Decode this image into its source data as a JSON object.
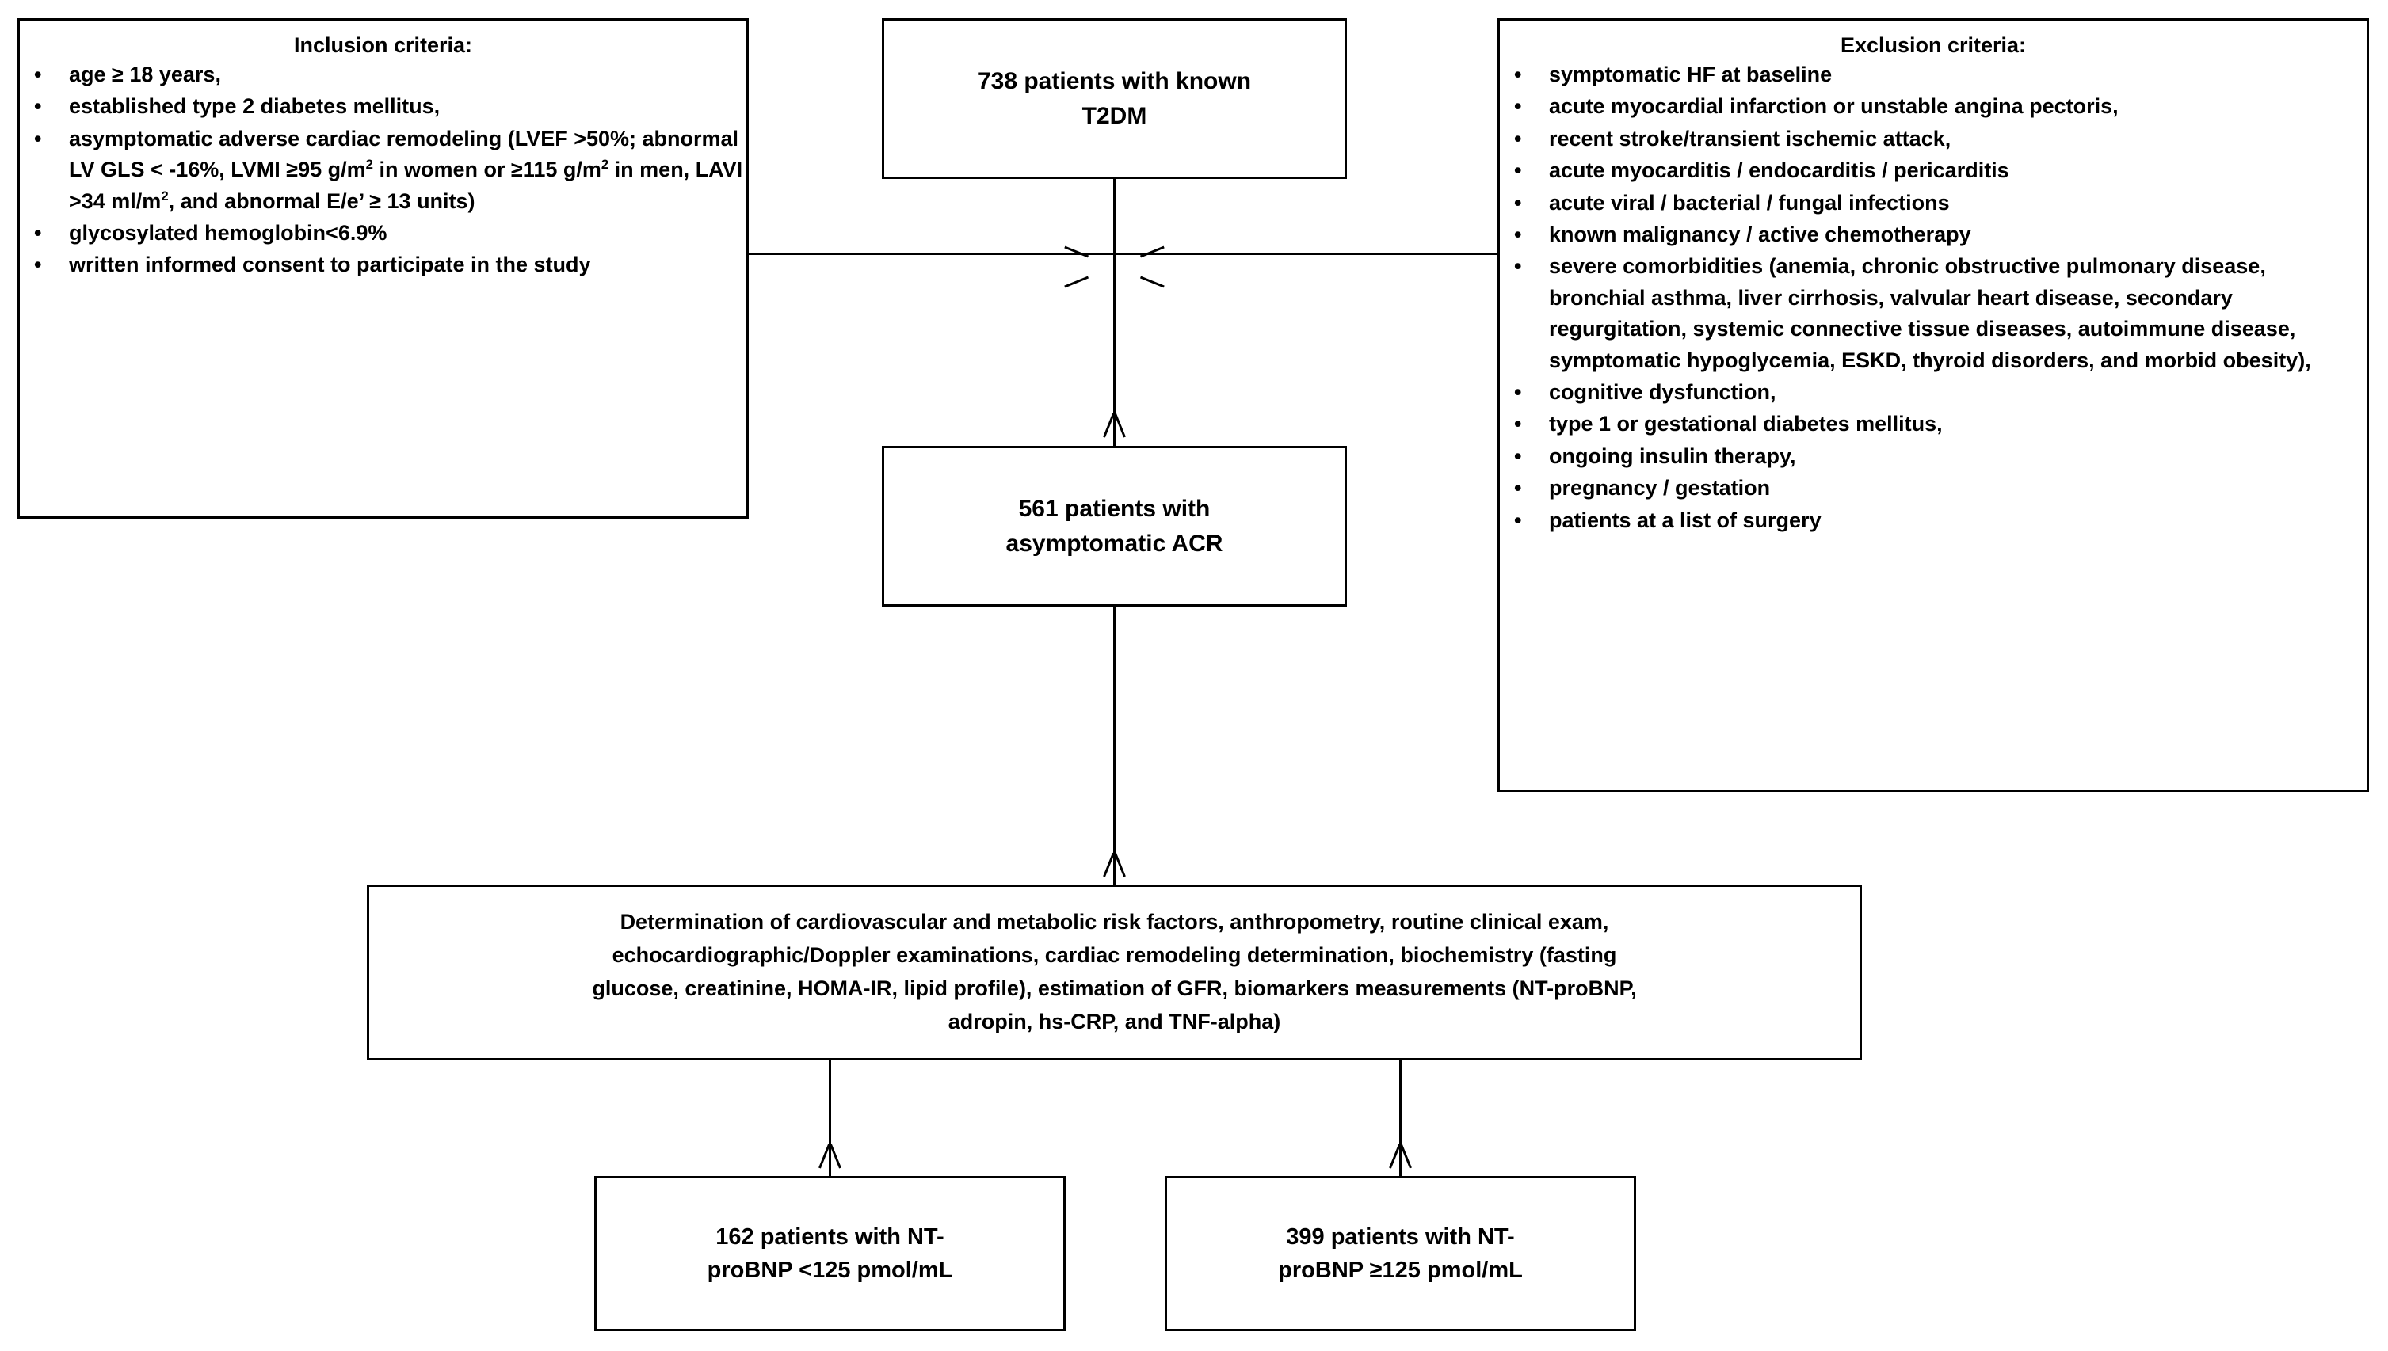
{
  "diagram": {
    "type": "flowchart",
    "title": "Study patient selection flow diagram",
    "colors": {
      "stroke": "#000000",
      "background": "#ffffff",
      "text": "#000000"
    },
    "inclusion": {
      "heading": "Inclusion criteria:",
      "items": [
        "age ≥ 18 years,",
        "established type 2 diabetes mellitus,",
        "asymptomatic adverse cardiac remodeling (LVEF >50%; abnormal LV GLS < -16%, LVMI ≥95 g/m2 in women or ≥115 g/m2 in men, LAVI >34 ml/m2, and abnormal E/e’ ≥ 13 units)",
        "glycosylated hemoglobin<6.9%",
        "written informed consent to participate in the study"
      ],
      "bullet_glyph": "•"
    },
    "exclusion": {
      "heading": "Exclusion criteria:",
      "items": [
        "symptomatic HF at baseline",
        "acute myocardial infarction or unstable angina pectoris,",
        "recent stroke/transient ischemic attack,",
        "acute myocarditis / endocarditis / pericarditis",
        "acute viral / bacterial / fungal infections",
        "known malignancy / active chemotherapy",
        "severe comorbidities (anemia, chronic obstructive pulmonary disease, bronchial asthma, liver cirrhosis, valvular heart disease, secondary regurgitation, systemic connective tissue diseases, autoimmune disease, symptomatic hypoglycemia, ESKD, thyroid disorders, and morbid obesity),",
        "cognitive dysfunction,",
        "type 1 or gestational diabetes mellitus,",
        "ongoing insulin therapy,",
        "pregnancy / gestation",
        "patients at a list of surgery"
      ],
      "bullet_glyph": "•"
    },
    "nodes": {
      "cohort_top": {
        "lines": [
          "738 patients with known",
          "T2DM"
        ],
        "count": 738,
        "label": "738 patients with known T2DM"
      },
      "cohort_acr": {
        "lines": [
          "561 patients with",
          "asymptomatic ACR"
        ],
        "count": 561,
        "label": "561 patients with asymptomatic ACR"
      },
      "assessment": {
        "lines": [
          "Determination of cardiovascular and metabolic risk factors,  anthropometry, routine clinical  exam,",
          "echocardiographic/Doppler  examinations, cardiac remodeling determination, biochemistry (fasting",
          "glucose, creatinine, HOMA-IR, lipid profile), estimation of GFR, biomarkers measurements (NT-proBNP,",
          "adropin, hs-CRP,  and TNF-alpha)"
        ],
        "label": "Determination of cardiovascular and metabolic risk factors, anthropometry, routine clinical exam, echocardiographic/Doppler examinations, cardiac remodeling determination, biochemistry (fasting glucose, creatinine, HOMA-IR, lipid profile), estimation of GFR, biomarkers measurements (NT-proBNP, adropin, hs-CRP, and TNF-alpha)"
      },
      "group_low": {
        "lines": [
          "162 patients with NT-",
          "proBNP <125 pmol/mL"
        ],
        "count": 162,
        "label": "162 patients with NT-proBNP <125 pmol/mL"
      },
      "group_high": {
        "lines": [
          "399 patients with NT-",
          "proBNP ≥125 pmol/mL"
        ],
        "count": 399,
        "label": "399 patients with NT-proBNP ≥125 pmol/mL"
      }
    }
  }
}
